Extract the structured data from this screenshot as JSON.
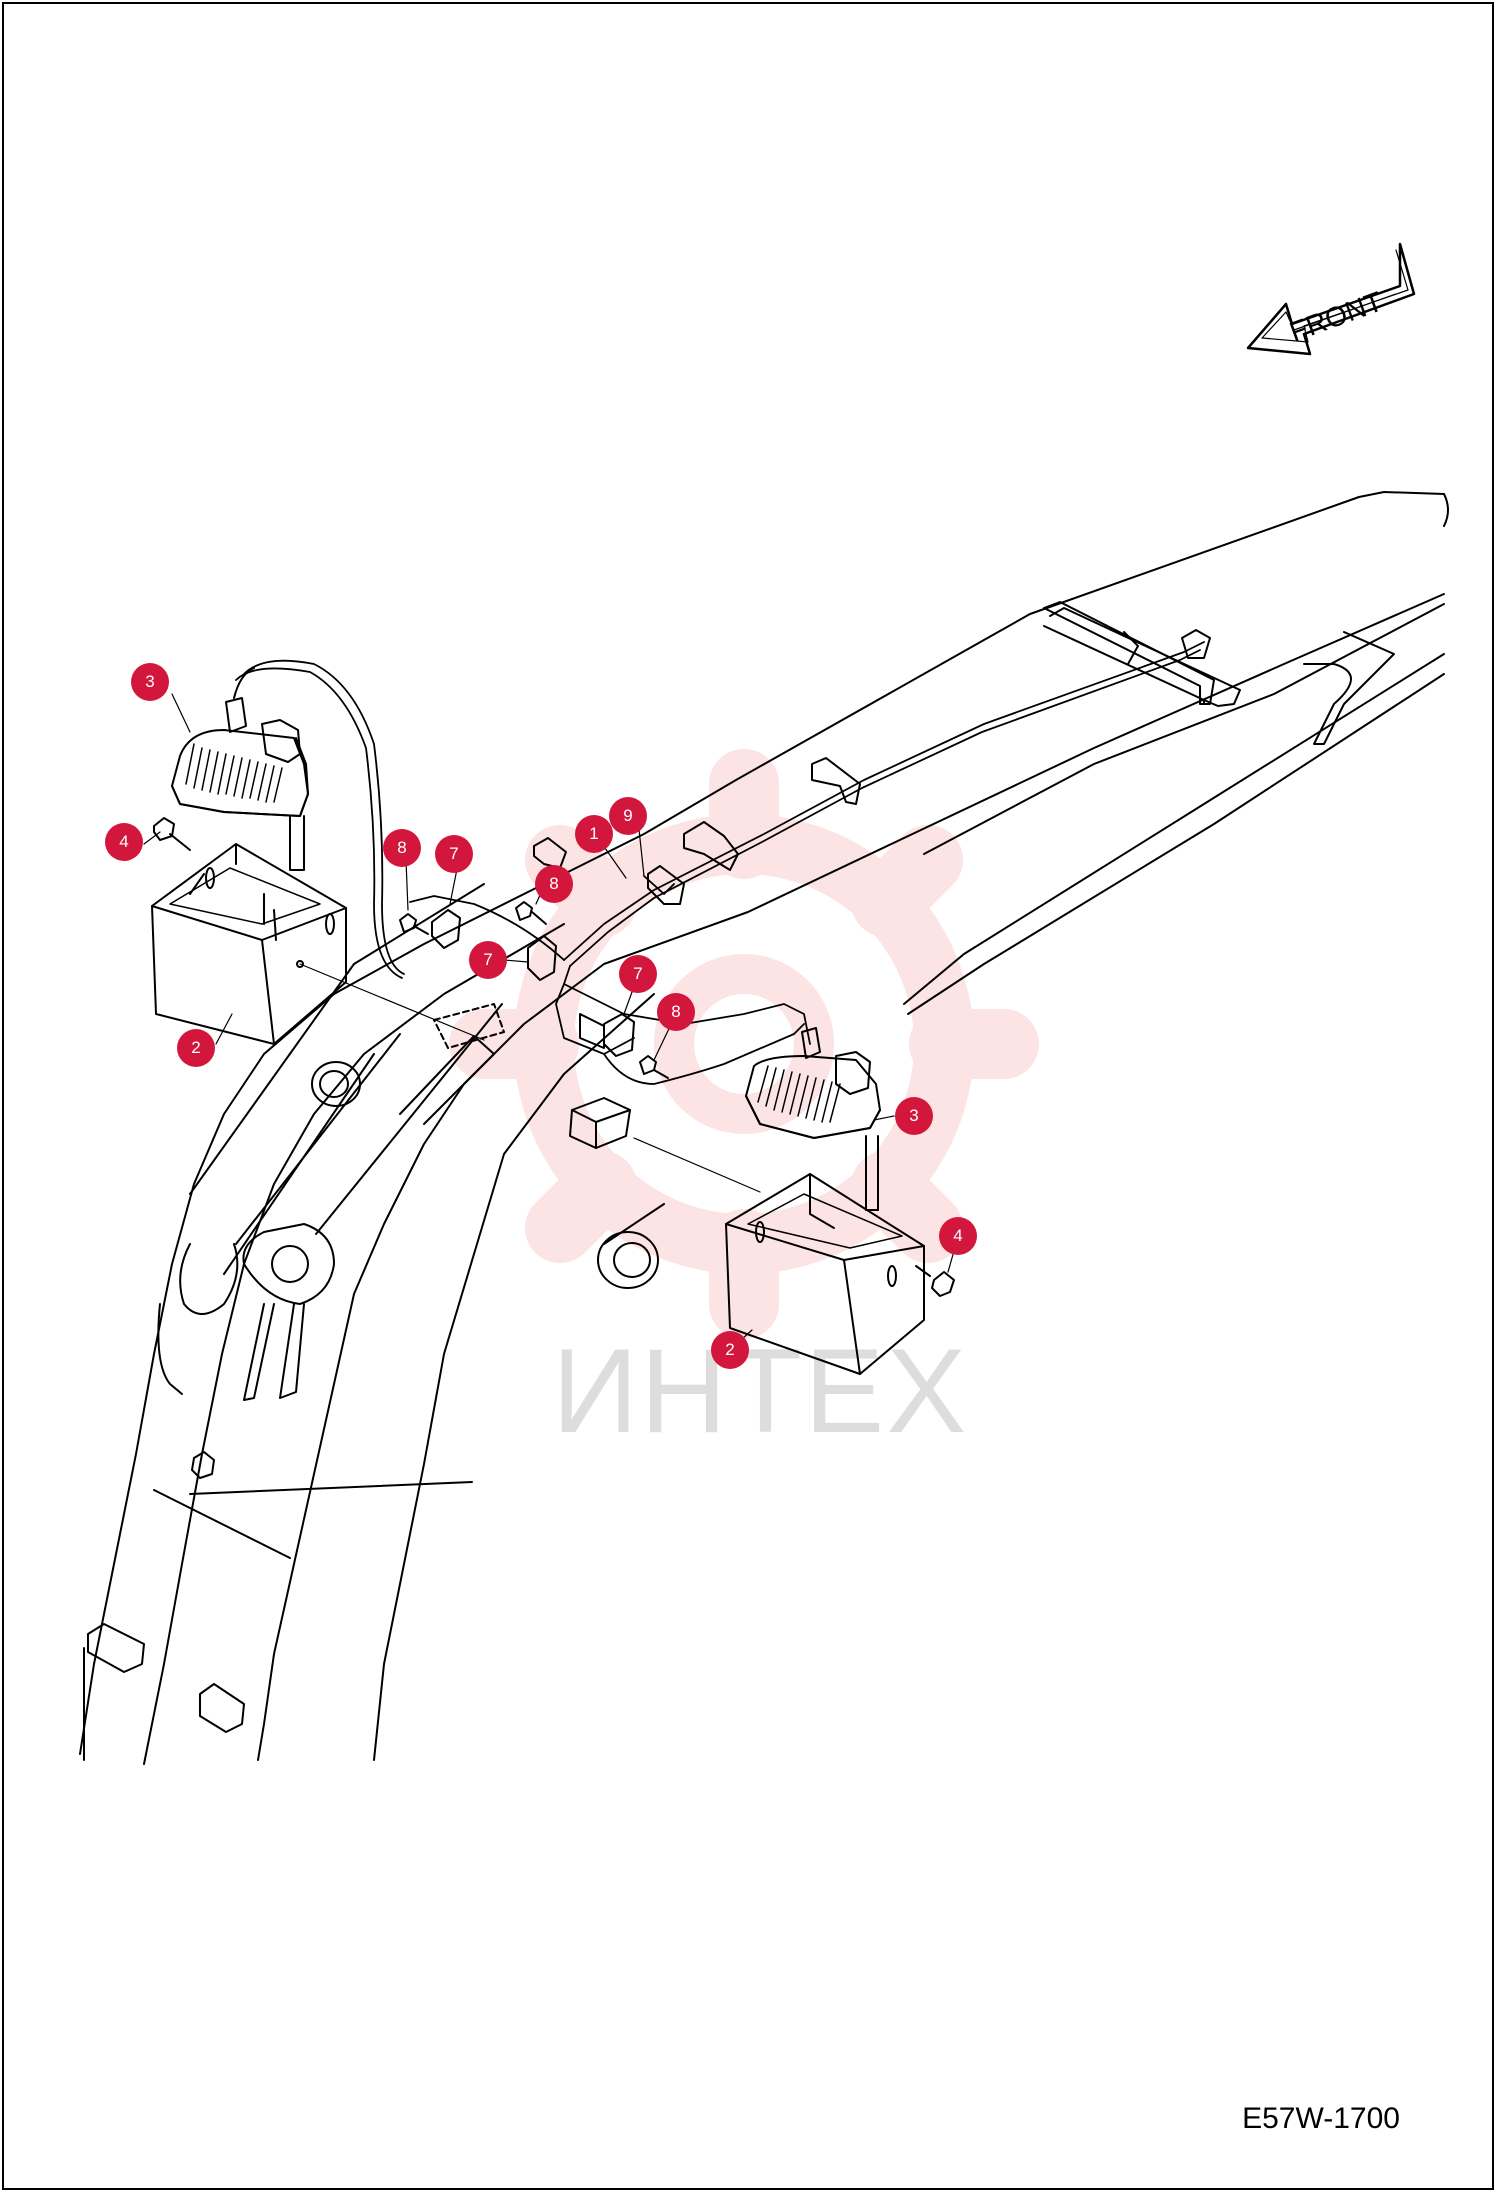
{
  "drawing_code": "E57W-1700",
  "front_label": "FRONT",
  "watermark": "ИНТЕХ",
  "callouts": [
    {
      "label": "3",
      "meaning": ""
    },
    {
      "label": "4"
    },
    {
      "label": "2"
    },
    {
      "label": "8"
    },
    {
      "label": "7"
    },
    {
      "label": "1"
    },
    {
      "label": "9"
    },
    {
      "label": "8"
    },
    {
      "label": "7"
    },
    {
      "label": "7"
    },
    {
      "label": "8"
    },
    {
      "label": "3"
    },
    {
      "label": "4"
    },
    {
      "label": "2"
    }
  ],
  "colors": {
    "callout": "#d3173c",
    "line": "#000000",
    "watermark": "#e8202a"
  }
}
